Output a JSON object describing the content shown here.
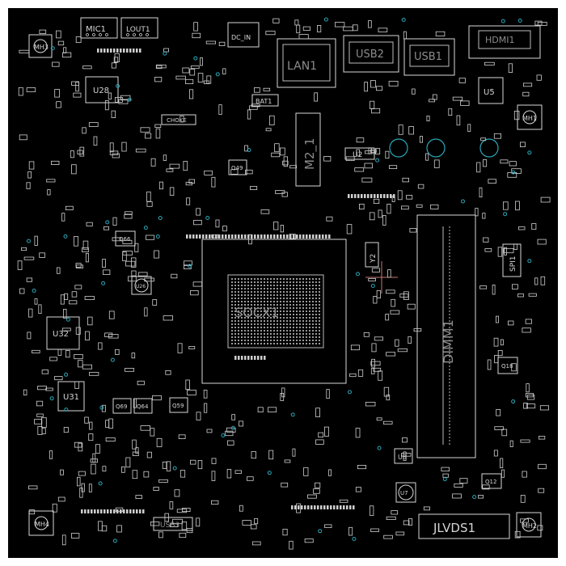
{
  "board": {
    "background": "#000000",
    "silkscreen_color": "#d8d8d8",
    "via_color": "#2aa7b8",
    "marker_color": "#c87878"
  },
  "labels": {
    "mic1": "MIC1",
    "lout1": "LOUT1",
    "dc_in": "DC_IN",
    "hdmi1": "HDMI1",
    "lan1": "LAN1",
    "usb2": "USB2",
    "usb1": "USB1",
    "mh1": "MH1",
    "mh2": "MH2",
    "mh3": "MH3",
    "mh4": "MH4",
    "u28": "U28",
    "u5": "U5",
    "bat1": "BAT1",
    "choke": "CHOKE",
    "m2_1": "M2_1",
    "u2": "U2",
    "y2": "Y2",
    "spi1": "SPI1",
    "soc": "SOCX1",
    "dimm1": "DIMM1",
    "u32": "U32",
    "u31": "U31",
    "u8": "U8",
    "u7": "U7",
    "jlvds1": "JLVDS1",
    "usb3": "USB3",
    "q12": "Q12",
    "q18": "Q18",
    "q49": "Q49",
    "q66": "Q66",
    "q69": "Q69",
    "q59": "Q59",
    "q64": "Q64",
    "u26": "U26"
  }
}
